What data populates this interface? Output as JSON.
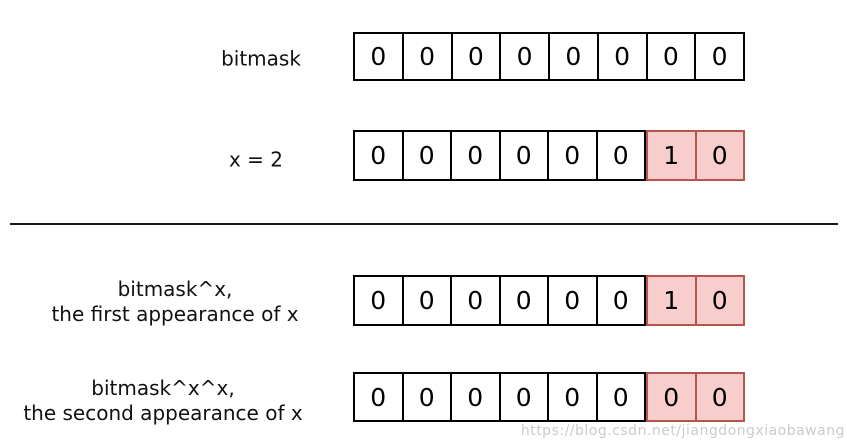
{
  "colors": {
    "background": "#ffffff",
    "cell_fill": "#ffffff",
    "cell_border": "#000000",
    "highlight_fill": "#f8cecc",
    "highlight_border": "#b85450",
    "divider": "#1a1a1a",
    "watermark": "rgba(185,185,185,0.75)"
  },
  "rows": [
    {
      "label_lines": [
        "bitmask"
      ],
      "bits": [
        "0",
        "0",
        "0",
        "0",
        "0",
        "0",
        "0",
        "0"
      ],
      "highlight_indices": []
    },
    {
      "label_lines": [
        "x = 2"
      ],
      "bits": [
        "0",
        "0",
        "0",
        "0",
        "0",
        "0",
        "1",
        "0"
      ],
      "highlight_indices": [
        6,
        7
      ]
    },
    {
      "label_lines": [
        "bitmask^x,",
        "the first appearance of x"
      ],
      "bits": [
        "0",
        "0",
        "0",
        "0",
        "0",
        "0",
        "1",
        "0"
      ],
      "highlight_indices": [
        6,
        7
      ]
    },
    {
      "label_lines": [
        "bitmask^x^x,",
        "the second appearance of x"
      ],
      "bits": [
        "0",
        "0",
        "0",
        "0",
        "0",
        "0",
        "0",
        "0"
      ],
      "highlight_indices": [
        6,
        7
      ]
    }
  ],
  "watermark": {
    "text": "https://blog.csdn.net/jiangdongxiaobawang"
  }
}
